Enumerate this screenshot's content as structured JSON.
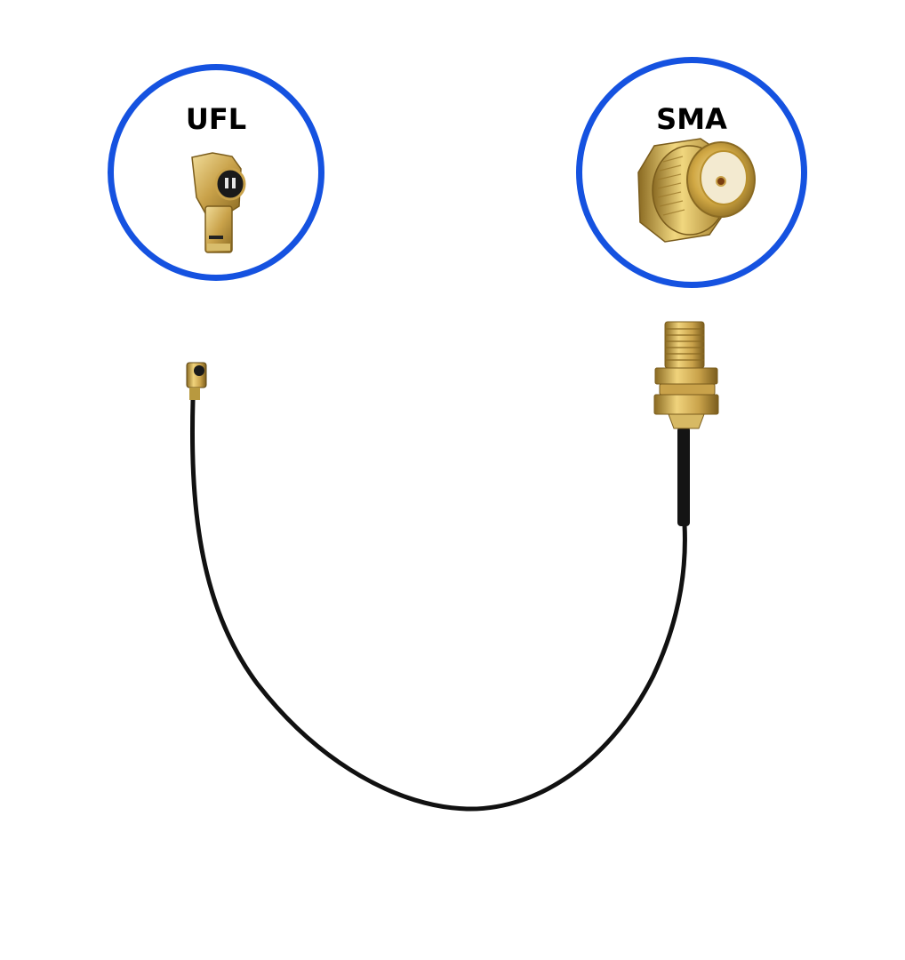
{
  "product": {
    "description": "UFL to SMA female bulkhead pigtail cable"
  },
  "callouts": [
    {
      "id": "ufl",
      "label": "UFL",
      "ring_color": "#1552e0"
    },
    {
      "id": "sma",
      "label": "SMA",
      "ring_color": "#1552e0"
    }
  ],
  "colors": {
    "ring": "#1552e0",
    "gold": "#c9a24a",
    "gold_light": "#ecd58f",
    "gold_dark": "#8a6a22",
    "cable": "#111111",
    "background": "#ffffff"
  }
}
